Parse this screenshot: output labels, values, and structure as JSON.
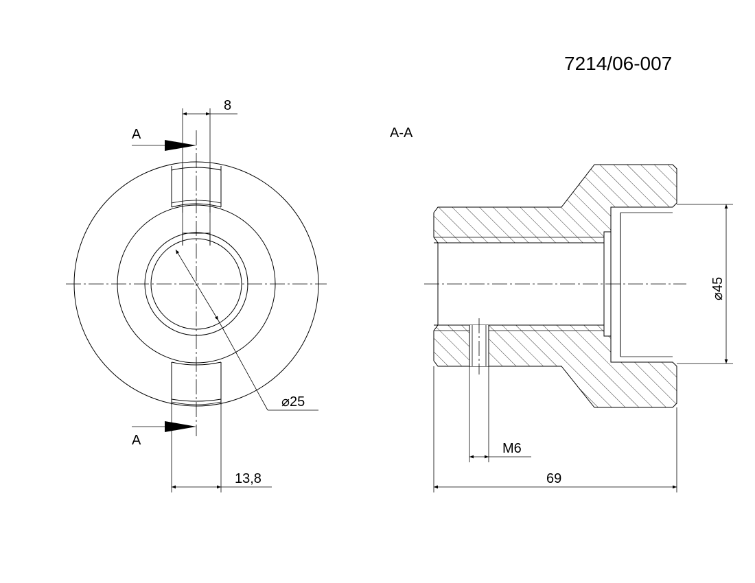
{
  "drawing": {
    "part_number": "7214/06-007",
    "section_marker": "A",
    "section_marker_bottom": "A",
    "section_view_label": "A-A",
    "dimensions": {
      "keyway_width": "8",
      "bore_diameter": "⌀25",
      "offset_width": "13,8",
      "thread": "M6",
      "overall_length": "69",
      "outer_diameter": "⌀45"
    }
  }
}
